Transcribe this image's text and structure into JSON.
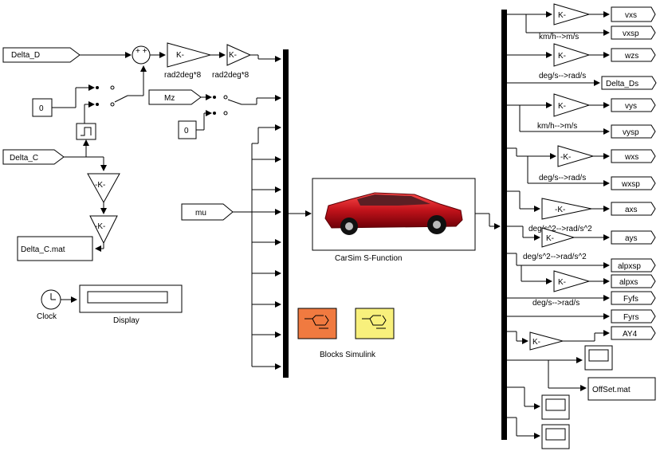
{
  "input_ports": {
    "delta_d": "Delta_D",
    "delta_c": "Delta_C",
    "mz": "Mz",
    "mu": "mu"
  },
  "constants": {
    "c1": "0",
    "c2": "0"
  },
  "sum_signs": "+ +",
  "gains": {
    "k": "K-",
    "neg_k": "-K-"
  },
  "gain_labels": {
    "rad2deg1": "rad2deg*8",
    "rad2deg2": "rad2deg*8",
    "kmh_ms_1": "km/h-->m/s",
    "degs_rads_1": "deg/s-->rad/s",
    "kmh_ms_2": "km/h-->m/s",
    "degs_rads_2": "deg/s-->rad/s",
    "degs2_rads2_1": "deg/s^2-->rad/s^2",
    "degs2_rads2_2": "deg/s^2-->rad/s^2",
    "degs_rads_3": "deg/s-->rad/s"
  },
  "to_file": {
    "delta_c_mat": "Delta_C.mat",
    "offset_mat": "OffSet.mat"
  },
  "clock_label": "Clock",
  "display_label": "Display",
  "carsim_label": "CarSim S-Function",
  "blocks_label": "Blocks Simulink",
  "output_ports": {
    "vxs": "vxs",
    "vxsp": "vxsp",
    "wzs": "wzs",
    "delta_ds": "Delta_Ds",
    "vys": "vys",
    "vysp": "vysp",
    "wxs": "wxs",
    "wxsp": "wxsp",
    "axs": "axs",
    "ays": "ays",
    "alpxsp": "alpxsp",
    "alpxs": "alpxs",
    "fyfs": "Fyfs",
    "fyrs": "Fyrs",
    "ay4": "AY4"
  },
  "colors": {
    "orange_block": "#f07a40",
    "yellow_block": "#f8f07c",
    "car_body": "#c0121a",
    "car_dark": "#6e0008"
  }
}
